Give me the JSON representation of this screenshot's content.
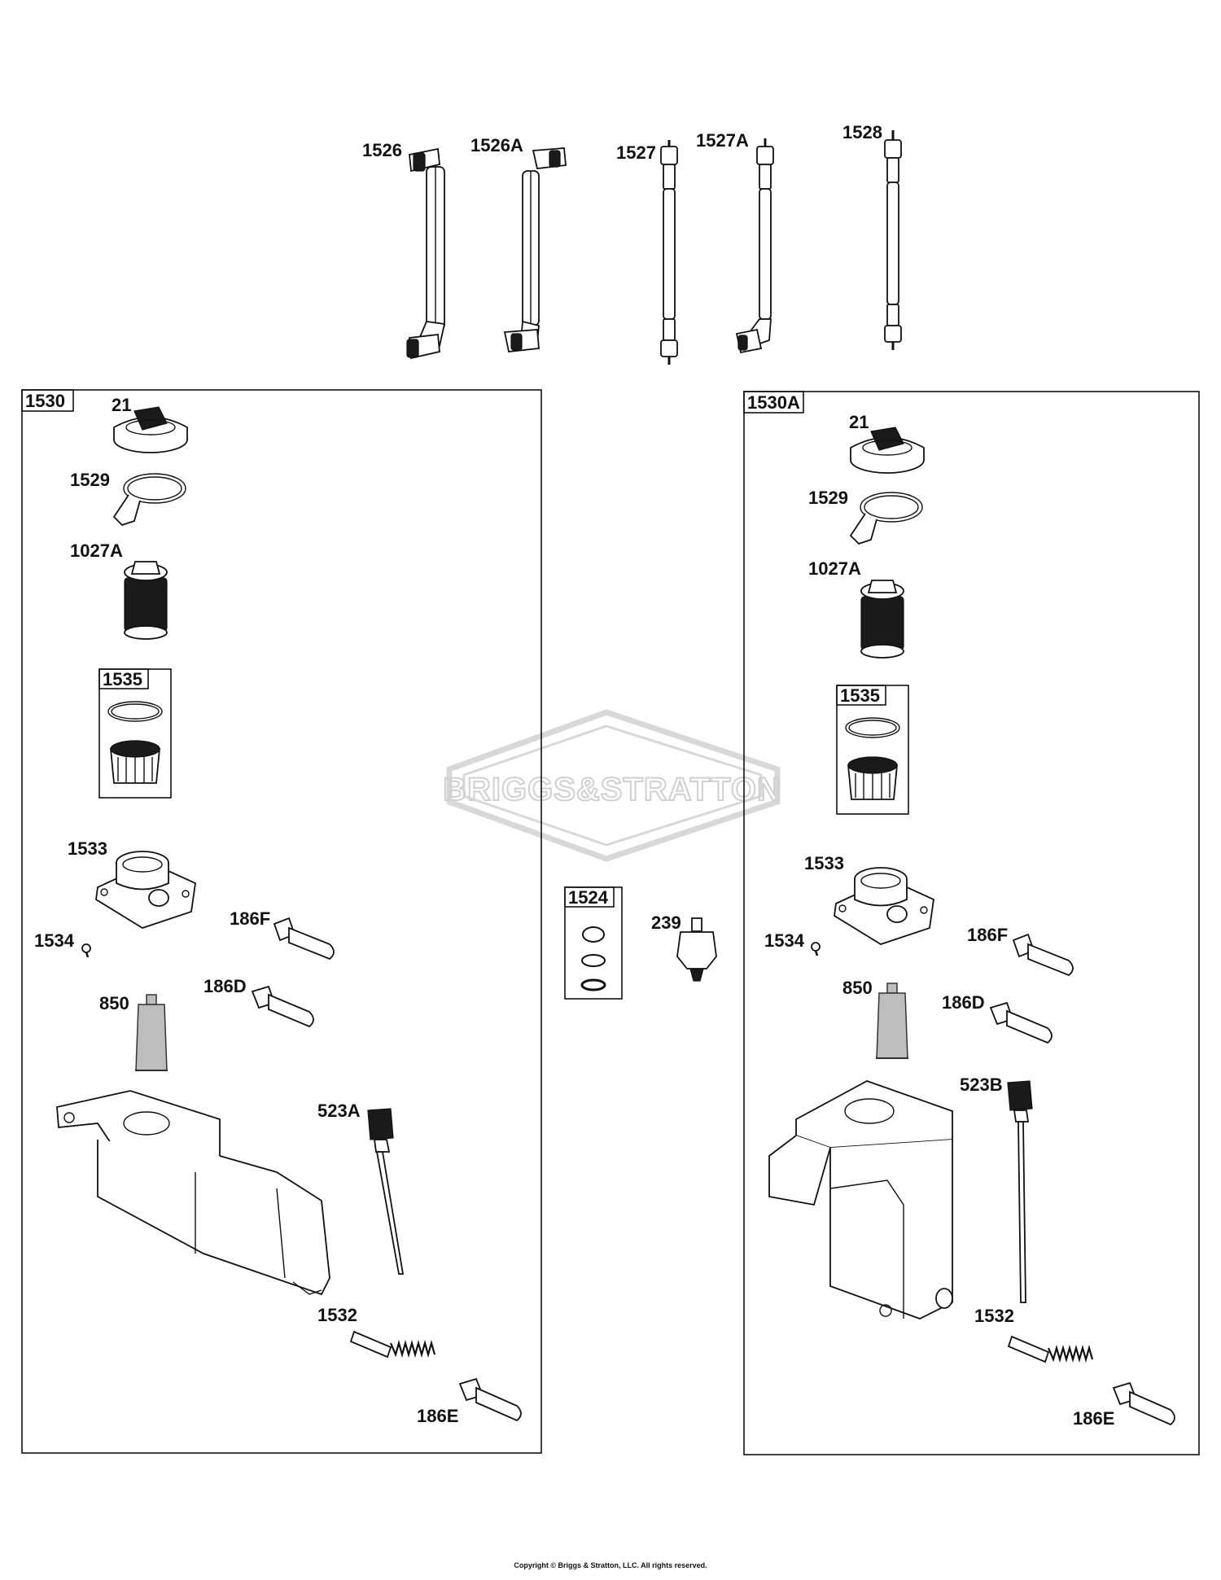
{
  "hoses": [
    {
      "id": "hose-1526",
      "label": "1526"
    },
    {
      "id": "hose-1526a",
      "label": "1526A"
    },
    {
      "id": "hose-1527",
      "label": "1527"
    },
    {
      "id": "hose-1527a",
      "label": "1527A"
    },
    {
      "id": "hose-1528",
      "label": "1528"
    }
  ],
  "left_kit": {
    "label": "1530",
    "parts": {
      "cap": "21",
      "gasket": "1529",
      "filter": "1027A",
      "filter_kit": "1535",
      "base": "1533",
      "screw": "1534",
      "fitting_f": "186F",
      "fitting_d": "186D",
      "sealant": "850",
      "dipstick": "523A",
      "spring": "1532",
      "fitting_e": "186E"
    }
  },
  "right_kit": {
    "label": "1530A",
    "parts": {
      "cap": "21",
      "gasket": "1529",
      "filter": "1027A",
      "filter_kit": "1535",
      "base": "1533",
      "screw": "1534",
      "fitting_f": "186F",
      "fitting_d": "186D",
      "sealant": "850",
      "dipstick": "523B",
      "spring": "1532",
      "fitting_e": "186E"
    }
  },
  "center": {
    "oring_kit": "1524",
    "sender": "239"
  },
  "watermark": "BRIGGS&STRATTON",
  "copyright": "Copyright © Briggs & Stratton, LLC. All rights reserved."
}
